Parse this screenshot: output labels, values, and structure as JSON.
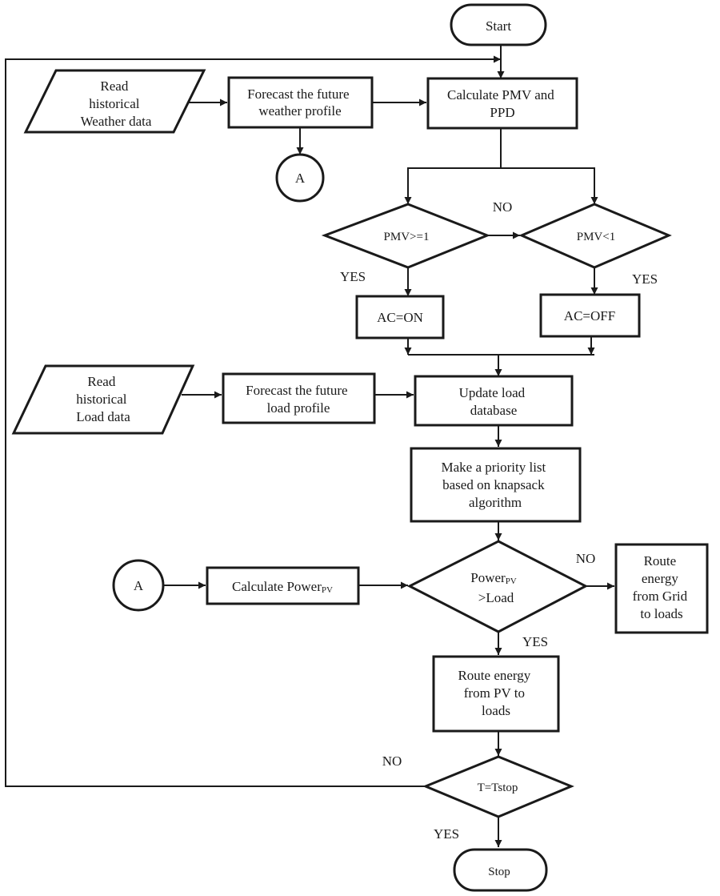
{
  "nodes": {
    "start": "Start",
    "read_weather": [
      "Read",
      "historical",
      "Weather data"
    ],
    "forecast_weather": [
      "Forecast the future",
      "weather profile"
    ],
    "calc_pmv": [
      "Calculate PMV and",
      "PPD"
    ],
    "connector_a_top": "A",
    "pmv_ge_1": "PMV>=1",
    "pmv_lt_1": "PMV<1",
    "ac_on": "AC=ON",
    "ac_off": "AC=OFF",
    "read_load": [
      "Read",
      "historical",
      "Load data"
    ],
    "forecast_load": [
      "Forecast the future",
      "load profile"
    ],
    "update_load": [
      "Update load",
      "database"
    ],
    "priority_list": [
      "Make a priority list",
      "based on knapsack",
      "algorithm"
    ],
    "connector_a_bottom": "A",
    "calc_power_pv": {
      "main": "Calculate Power",
      "sub": "PV"
    },
    "power_gt_load": {
      "main": "Power",
      "sub": "PV",
      "line2": ">Load"
    },
    "route_grid": [
      "Route",
      "energy",
      "from Grid",
      "to loads"
    ],
    "route_pv": [
      "Route energy",
      "from PV to",
      "loads"
    ],
    "t_stop": "T=Tstop",
    "stop": "Stop"
  },
  "edge_labels": {
    "no_pmv": "NO",
    "yes_pmv_ge": "YES",
    "yes_pmv_lt": "YES",
    "no_power": "NO",
    "yes_power": "YES",
    "no_tstop": "NO",
    "yes_tstop": "YES"
  },
  "colors": {
    "stroke": "#1a1a1a",
    "fill": "#ffffff"
  }
}
